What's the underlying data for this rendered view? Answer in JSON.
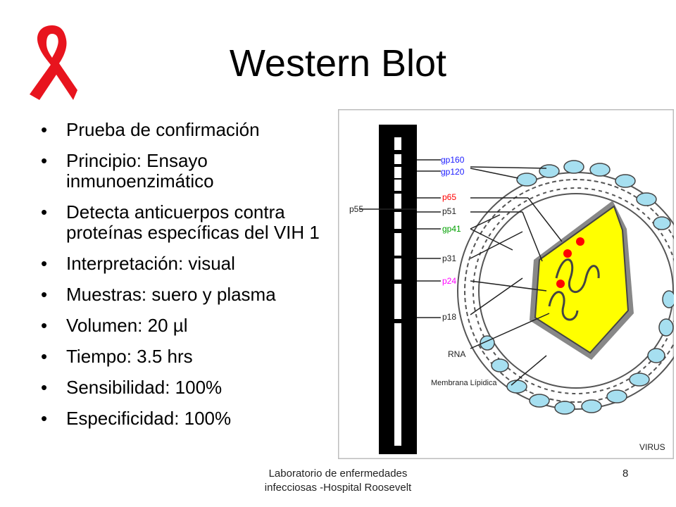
{
  "title": "Western Blot",
  "bullets": [
    "Prueba de confirmación",
    "Principio: Ensayo inmunoenzimático",
    "Detecta anticuerpos contra proteínas específicas del VIH 1",
    "Interpretación: visual",
    "Muestras: suero y plasma",
    "Volumen: 20 µl",
    "Tiempo: 3.5 hrs",
    "Sensibilidad: 100%",
    "Especificidad: 100%"
  ],
  "figure": {
    "left_label": "p55",
    "labels": [
      "gp160",
      "gp120",
      "p65",
      "p51",
      "gp41",
      "p31",
      "p24",
      "p18",
      "RNA",
      "Membrana Lípidica",
      "VIRUS"
    ],
    "colors": {
      "gp160": "#1a1aff",
      "gp120": "#1a1aff",
      "p65": "#ff0000",
      "gp41": "#00a000",
      "p24": "#ff00ff",
      "other": "#222222",
      "spikes": "#a6dff0",
      "core": "#ffff00",
      "dots": "#ff0000"
    }
  },
  "footer": {
    "line1": "Laboratorio de enfermedades",
    "line2": "infecciosas -Hospital Roosevelt"
  },
  "page_number": "8",
  "ribbon_color": "#e8141e"
}
